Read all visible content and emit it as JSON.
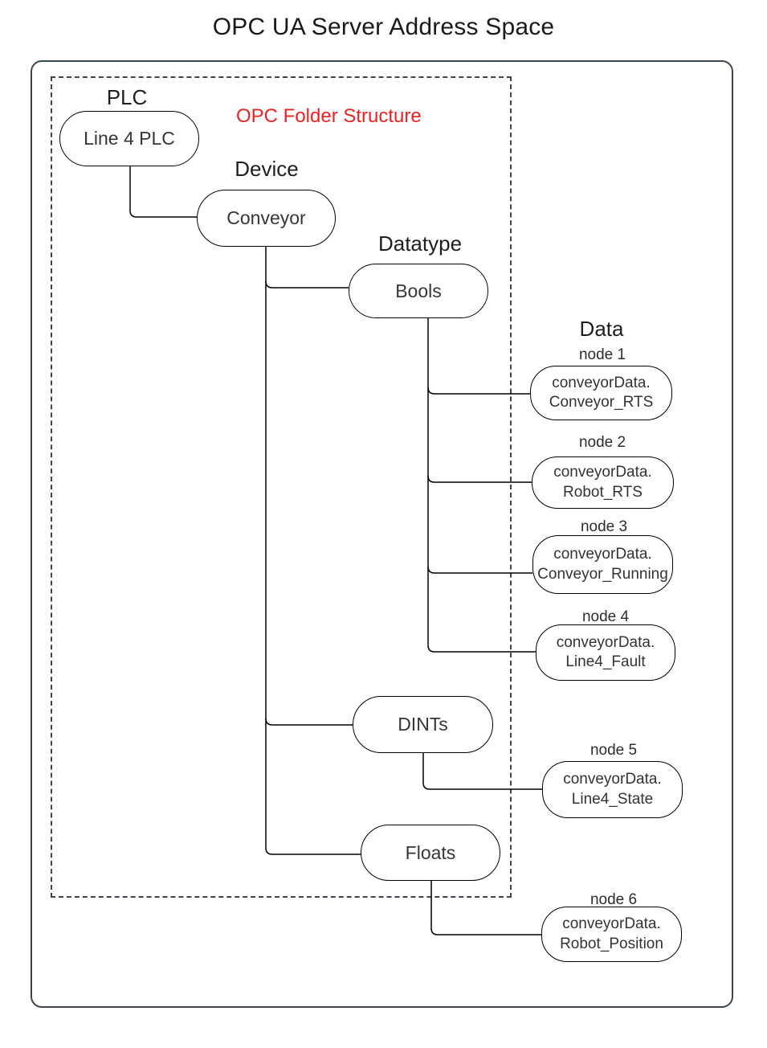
{
  "title": "OPC UA Server Address Space",
  "annotation": {
    "text": "OPC Folder Structure",
    "color": "#ee2222"
  },
  "levels": {
    "plc": "PLC",
    "device": "Device",
    "datatype": "Datatype",
    "data": "Data"
  },
  "folders": {
    "plc": "Line 4 PLC",
    "device": "Conveyor",
    "bools": "Bools",
    "dints": "DINTs",
    "floats": "Floats"
  },
  "nodes": [
    {
      "label": "node 1",
      "line1": "conveyorData.",
      "line2": "Conveyor_RTS",
      "parent": "Bools"
    },
    {
      "label": "node 2",
      "line1": "conveyorData.",
      "line2": "Robot_RTS",
      "parent": "Bools"
    },
    {
      "label": "node 3",
      "line1": "conveyorData.",
      "line2": "Conveyor_Running",
      "parent": "Bools"
    },
    {
      "label": "node 4",
      "line1": "conveyorData.",
      "line2": "Line4_Fault",
      "parent": "Bools"
    },
    {
      "label": "node 5",
      "line1": "conveyorData.",
      "line2": "Line4_State",
      "parent": "DINTs"
    },
    {
      "label": "node 6",
      "line1": "conveyorData.",
      "line2": "Robot_Position",
      "parent": "Floats"
    }
  ],
  "colors": {
    "boundary": "#3d4550",
    "node_border": "#000000",
    "annotation_red": "#ee2222",
    "background": "#ffffff"
  }
}
